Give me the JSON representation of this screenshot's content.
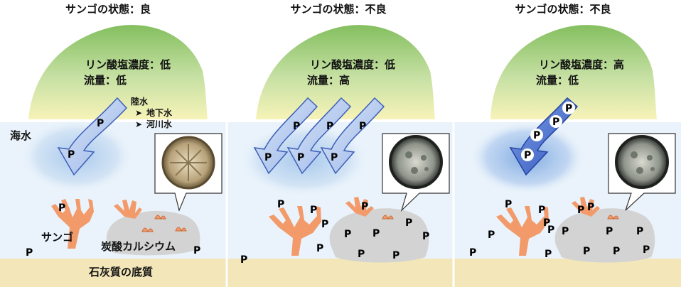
{
  "panels": [
    {
      "status": "サンゴの状態：良",
      "phosphate": "リン酸塩濃度：低",
      "flow": "流量：低",
      "condition": "good"
    },
    {
      "status": "サンゴの状態：不良",
      "phosphate": "リン酸塩濃度：低",
      "flow": "流量：高",
      "condition": "poor"
    },
    {
      "status": "サンゴの状態：不良",
      "phosphate": "リン酸塩濃度：高",
      "flow": "流量：低",
      "condition": "poor"
    }
  ],
  "labels": {
    "seawater": "海水",
    "groundwater_source": "陸水",
    "groundwater": "地下水",
    "river": "河川水",
    "coral": "サンゴ",
    "calcium_carbonate": "炭酸カルシウム",
    "bedrock": "石灰質の底質",
    "phosphorus": "P",
    "bullet": "➤"
  },
  "colors": {
    "land_green_top": "#8fc46a",
    "land_green_bottom": "#f4f0b0",
    "sea": "#eaf3fb",
    "sediment": "#f3e6b8",
    "coral": "#f29a6a",
    "rock": "#d3d3d3",
    "arrow_light": "#a9c2ee",
    "arrow_dark": "#3f66c9"
  }
}
